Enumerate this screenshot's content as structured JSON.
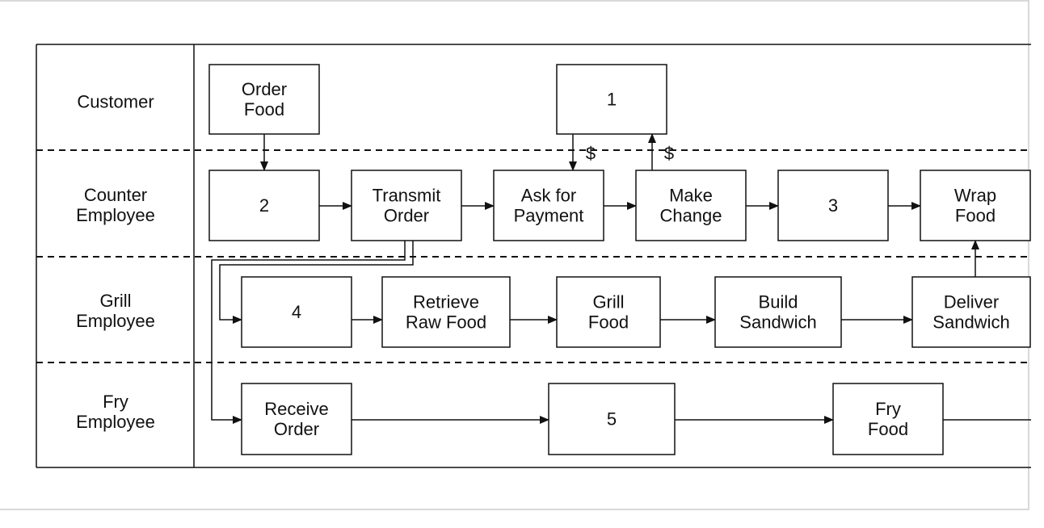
{
  "lanes": [
    {
      "id": "customer",
      "label": [
        "Customer"
      ]
    },
    {
      "id": "counter",
      "label": [
        "Counter",
        "Employee"
      ]
    },
    {
      "id": "grill",
      "label": [
        "Grill",
        "Employee"
      ]
    },
    {
      "id": "fry",
      "label": [
        "Fry",
        "Employee"
      ]
    }
  ],
  "boxes": [
    {
      "id": "order-food",
      "lane": "customer",
      "label": [
        "Order",
        "Food"
      ]
    },
    {
      "id": "customer-1",
      "lane": "customer",
      "label": [
        "1"
      ]
    },
    {
      "id": "counter-2",
      "lane": "counter",
      "label": [
        "2"
      ]
    },
    {
      "id": "transmit-order",
      "lane": "counter",
      "label": [
        "Transmit",
        "Order"
      ]
    },
    {
      "id": "ask-for-payment",
      "lane": "counter",
      "label": [
        "Ask for",
        "Payment"
      ]
    },
    {
      "id": "make-change",
      "lane": "counter",
      "label": [
        "Make",
        "Change"
      ]
    },
    {
      "id": "counter-3",
      "lane": "counter",
      "label": [
        "3"
      ]
    },
    {
      "id": "wrap-food",
      "lane": "counter",
      "label": [
        "Wrap",
        "Food"
      ]
    },
    {
      "id": "grill-4",
      "lane": "grill",
      "label": [
        "4"
      ]
    },
    {
      "id": "retrieve-raw-food",
      "lane": "grill",
      "label": [
        "Retrieve",
        "Raw Food"
      ]
    },
    {
      "id": "grill-food",
      "lane": "grill",
      "label": [
        "Grill",
        "Food"
      ]
    },
    {
      "id": "build-sandwich",
      "lane": "grill",
      "label": [
        "Build",
        "Sandwich"
      ]
    },
    {
      "id": "deliver-sandwich",
      "lane": "grill",
      "label": [
        "Deliver",
        "Sandwich"
      ]
    },
    {
      "id": "receive-order",
      "lane": "fry",
      "label": [
        "Receive",
        "Order"
      ]
    },
    {
      "id": "fry-5",
      "lane": "fry",
      "label": [
        "5"
      ]
    },
    {
      "id": "fry-food",
      "lane": "fry",
      "label": [
        "Fry",
        "Food"
      ]
    }
  ],
  "flows": [
    {
      "from": "order-food",
      "to": "counter-2"
    },
    {
      "from": "counter-2",
      "to": "transmit-order"
    },
    {
      "from": "transmit-order",
      "to": "ask-for-payment"
    },
    {
      "from": "customer-1",
      "to": "ask-for-payment",
      "label": "$"
    },
    {
      "from": "make-change",
      "to": "customer-1",
      "label": "$"
    },
    {
      "from": "ask-for-payment",
      "to": "make-change"
    },
    {
      "from": "make-change",
      "to": "counter-3"
    },
    {
      "from": "counter-3",
      "to": "wrap-food"
    },
    {
      "from": "transmit-order",
      "to": "grill-4"
    },
    {
      "from": "transmit-order",
      "to": "receive-order"
    },
    {
      "from": "grill-4",
      "to": "retrieve-raw-food"
    },
    {
      "from": "retrieve-raw-food",
      "to": "grill-food"
    },
    {
      "from": "grill-food",
      "to": "build-sandwich"
    },
    {
      "from": "build-sandwich",
      "to": "deliver-sandwich"
    },
    {
      "from": "deliver-sandwich",
      "to": "wrap-food"
    },
    {
      "from": "receive-order",
      "to": "fry-5"
    },
    {
      "from": "fry-5",
      "to": "fry-food"
    },
    {
      "from": "fry-food",
      "to": null
    }
  ]
}
